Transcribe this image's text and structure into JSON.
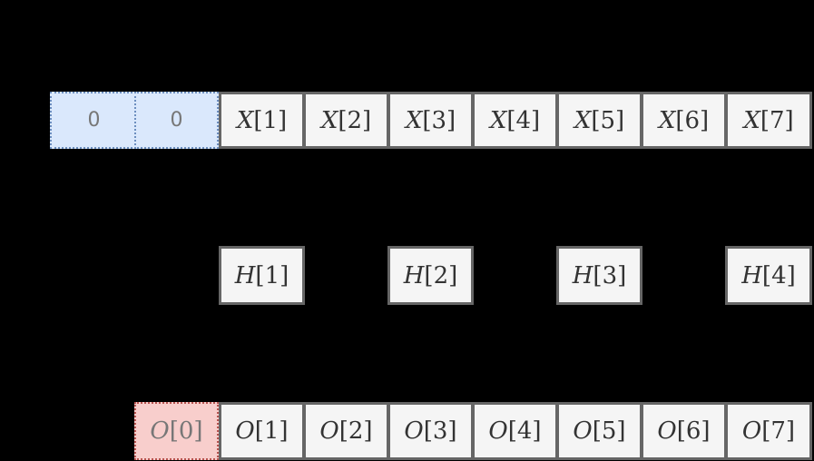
{
  "diagram": {
    "input_row": {
      "padding": [
        "0",
        "0"
      ],
      "cells": [
        {
          "var": "X",
          "idx": "[1]"
        },
        {
          "var": "X",
          "idx": "[2]"
        },
        {
          "var": "X",
          "idx": "[3]"
        },
        {
          "var": "X",
          "idx": "[4]"
        },
        {
          "var": "X",
          "idx": "[5]"
        },
        {
          "var": "X",
          "idx": "[6]"
        },
        {
          "var": "X",
          "idx": "[7]"
        }
      ]
    },
    "hidden_row": {
      "cells": [
        {
          "var": "H",
          "idx": "[1]"
        },
        {
          "var": "H",
          "idx": "[2]"
        },
        {
          "var": "H",
          "idx": "[3]"
        },
        {
          "var": "H",
          "idx": "[4]"
        }
      ]
    },
    "output_row": {
      "padding": {
        "var": "O",
        "idx": "[0]"
      },
      "cells": [
        {
          "var": "O",
          "idx": "[1]"
        },
        {
          "var": "O",
          "idx": "[2]"
        },
        {
          "var": "O",
          "idx": "[3]"
        },
        {
          "var": "O",
          "idx": "[4]"
        },
        {
          "var": "O",
          "idx": "[5]"
        },
        {
          "var": "O",
          "idx": "[6]"
        },
        {
          "var": "O",
          "idx": "[7]"
        }
      ]
    },
    "colors": {
      "background": "#000000",
      "cell_fill": "#f5f5f5",
      "cell_border": "#666666",
      "pad_fill": "#dae8fc",
      "pad_border": "#6c8ebf",
      "out_pad_fill": "#f8cecc",
      "out_pad_border": "#b85450"
    }
  }
}
